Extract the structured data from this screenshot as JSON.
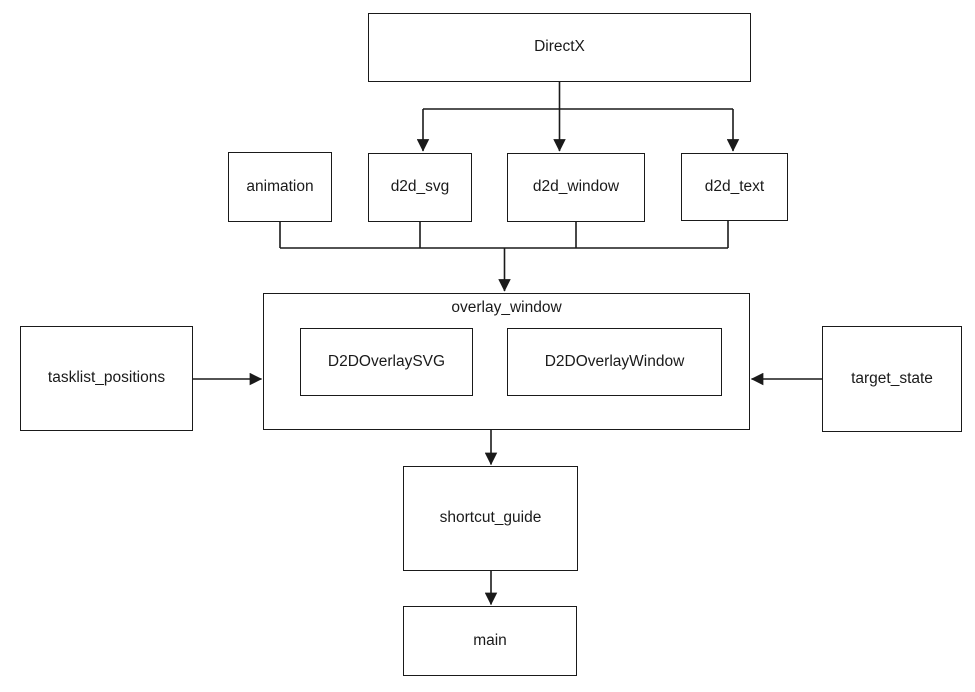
{
  "diagram": {
    "background_color": "#ffffff",
    "line_color": "#1a1a1a",
    "text_color": "#1a1a1a",
    "nodes": {
      "directx": {
        "label": "DirectX"
      },
      "animation": {
        "label": "animation"
      },
      "d2d_svg": {
        "label": "d2d_svg"
      },
      "d2d_window": {
        "label": "d2d_window"
      },
      "d2d_text": {
        "label": "d2d_text"
      },
      "overlay_window": {
        "label": "overlay_window"
      },
      "d2d_overlay_svg": {
        "label": "D2DOverlaySVG"
      },
      "d2d_overlay_window": {
        "label": "D2DOverlayWindow"
      },
      "tasklist_positions": {
        "label": "tasklist_positions"
      },
      "target_state": {
        "label": "target_state"
      },
      "shortcut_guide": {
        "label": "shortcut_guide"
      },
      "main": {
        "label": "main"
      }
    },
    "edges": [
      {
        "from": "DirectX",
        "to": "d2d_svg"
      },
      {
        "from": "DirectX",
        "to": "d2d_window"
      },
      {
        "from": "DirectX",
        "to": "d2d_text"
      },
      {
        "from": "animation",
        "to": "overlay_window"
      },
      {
        "from": "d2d_svg",
        "to": "overlay_window"
      },
      {
        "from": "d2d_window",
        "to": "overlay_window"
      },
      {
        "from": "d2d_text",
        "to": "overlay_window"
      },
      {
        "from": "tasklist_positions",
        "to": "overlay_window"
      },
      {
        "from": "target_state",
        "to": "overlay_window"
      },
      {
        "from": "overlay_window",
        "to": "shortcut_guide"
      },
      {
        "from": "shortcut_guide",
        "to": "main"
      }
    ]
  }
}
